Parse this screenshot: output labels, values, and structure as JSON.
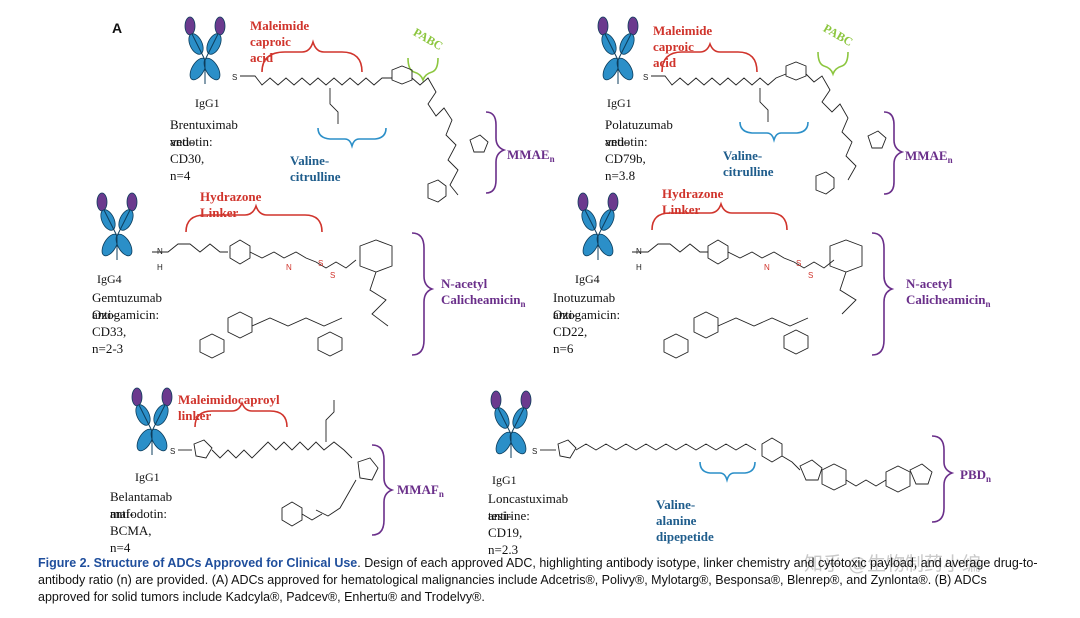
{
  "panel_letter": "A",
  "colors": {
    "red": "#d0342c",
    "blue": "#1f5d8c",
    "purple": "#6a2f8a",
    "green": "#8cc63f",
    "antibody_blue": "#2b8fc8",
    "antibody_purple": "#6b3a8e"
  },
  "adcs": [
    {
      "isotype": "IgG1",
      "drug": "Brentuximab vedotin:",
      "target": "anti-CD30, n=4",
      "linker": "Maleimide caproic acid",
      "spacer": "PABC",
      "dipeptide": "Valine-citrulline",
      "payload": "MMAE",
      "payload_sub": "n"
    },
    {
      "isotype": "IgG1",
      "drug": "Polatuzumab vedotin:",
      "target": "anti-CD79b, n=3.8",
      "linker": "Maleimide caproic acid",
      "spacer": "PABC",
      "dipeptide": "Valine-citrulline",
      "payload": "MMAE",
      "payload_sub": "n"
    },
    {
      "isotype": "IgG4",
      "drug": "Gemtuzumab Ozogamicin:",
      "target": "anti-CD33, n=2-3",
      "linker": "Hydrazone Linker",
      "payload_line1": "N-acetyl",
      "payload": "Calicheamicin",
      "payload_sub": "n"
    },
    {
      "isotype": "IgG4",
      "drug": "Inotuzumab Ozogamicin:",
      "target": "anti-CD22, n=6",
      "linker": "Hydrazone Linker",
      "payload_line1": "N-acetyl",
      "payload": "Calicheamicin",
      "payload_sub": "n"
    },
    {
      "isotype": "IgG1",
      "drug": "Belantamab mafodotin:",
      "target": "anti-BCMA, n=4",
      "linker": "Maleimidocaproyl linker",
      "payload": "MMAF",
      "payload_sub": "n"
    },
    {
      "isotype": "IgG1",
      "drug": "Loncastuximab tesirine:",
      "target": "anti-CD19, n=2.3",
      "dipeptide": "Valine-alanine dipepetide",
      "payload": "PBD",
      "payload_sub": "n"
    }
  ],
  "caption": {
    "title": "Figure 2. Structure of ADCs Approved for Clinical Use",
    "text": ". Design of each approved ADC, highlighting antibody isotype, linker chemistry and cytotoxic payload, and average drug-to-antibody ratio (n) are provided. (A) ADCs approved for hematological malignancies include Adcetris®, Polivy®, Mylotarg®, Besponsa®, Blenrep®, and Zynlonta®. (B) ADCs approved for solid tumors include Kadcyla®, Padcev®, Enhertu® and Trodelvy®."
  },
  "watermark": "知乎 @生物制药小编"
}
